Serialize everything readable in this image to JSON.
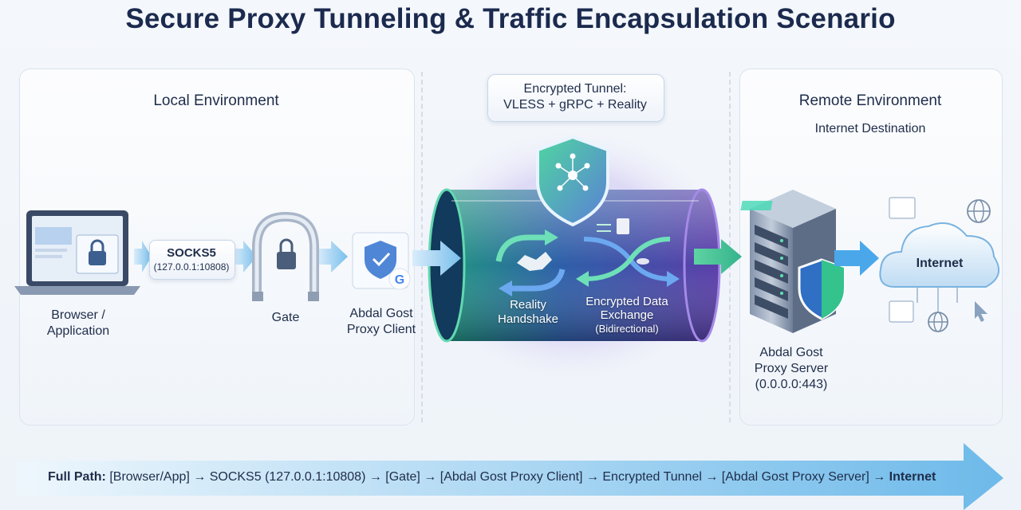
{
  "title": "Secure Proxy Tunneling & Traffic Encapsulation Scenario",
  "local": {
    "title": "Local Environment"
  },
  "tunnel": {
    "title_line1": "Encrypted Tunnel:",
    "title_line2": "VLESS + gRPC + Reality",
    "handshake_line1": "Reality",
    "handshake_line2": "Handshake",
    "exchange_line1": "Encrypted Data",
    "exchange_line2": "Exchange",
    "exchange_line3": "(Bidirectional)"
  },
  "remote": {
    "title": "Remote Environment",
    "subtitle": "Internet Destination"
  },
  "nodes": {
    "browser_line1": "Browser /",
    "browser_line2": "Application",
    "socks_title": "SOCKS5",
    "socks_addr": "(127.0.0.1:10808)",
    "gate": "Gate",
    "client_line1": "Abdal Gost",
    "client_line2": "Proxy Client",
    "server_line1": "Abdal Gost",
    "server_line2": "Proxy Server",
    "server_line3": "(0.0.0.0:443)",
    "internet": "Internet"
  },
  "path": {
    "label": "Full Path:",
    "text": " [Browser/App] → SOCKS5 (127.0.0.1:10808) → [Gate] → [Abdal Gost Proxy Client] → Encrypted Tunnel → [Abdal Gost Proxy Server] → ",
    "end": "Internet"
  },
  "colors": {
    "navy": "#1b2a4e",
    "arrow_blue": "#6fb6e8",
    "tunnel_green": "#4fd6a0",
    "tunnel_purple": "#8a6bd8"
  }
}
